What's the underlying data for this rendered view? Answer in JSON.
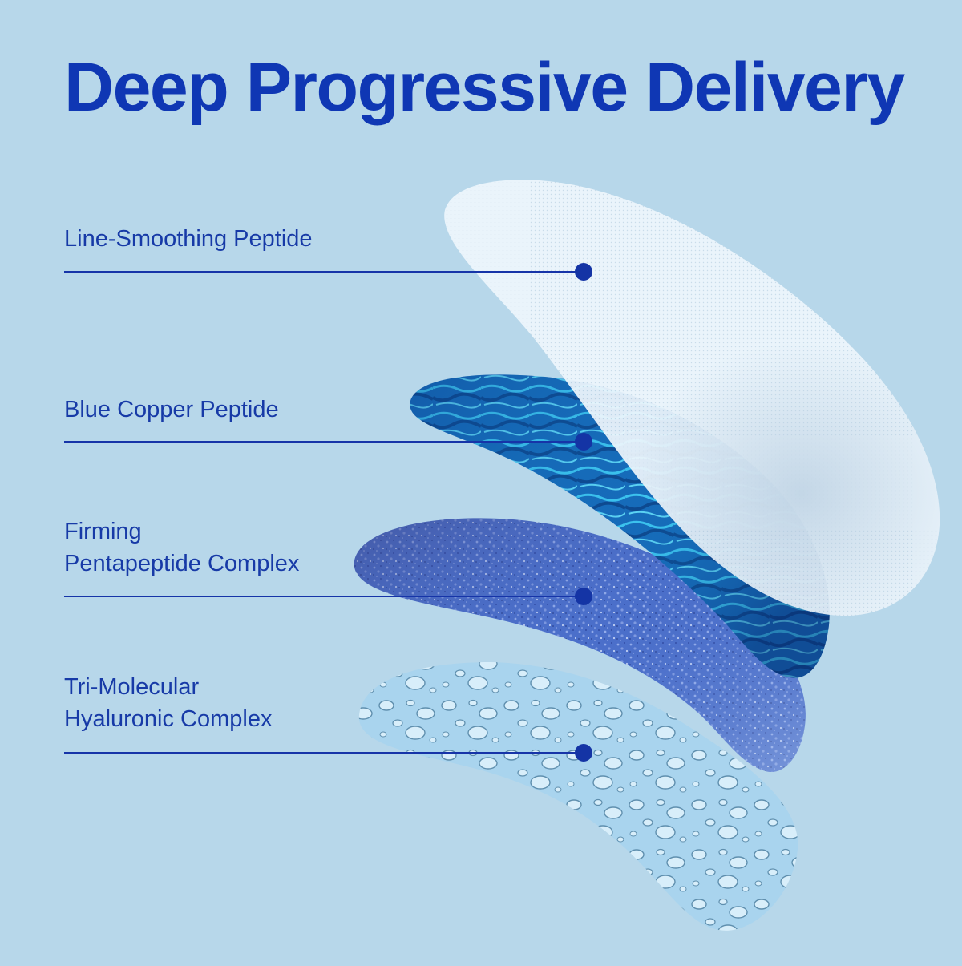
{
  "title": "Deep Progressive Delivery",
  "colors": {
    "background": "#b7d7ea",
    "accent": "#0f37b4",
    "label_text": "#173aa7",
    "leader_line": "#1634a8",
    "marker_dot": "#1434a5",
    "layer_film": "#edf5fb",
    "layer_water": "#1c74c4",
    "layer_texture": "#4a6fc9",
    "layer_droplets": "#a9d4ee"
  },
  "layers": [
    {
      "id": "line-smoothing-peptide",
      "label_lines": [
        "Line-Smoothing Peptide"
      ],
      "texture": "fine-mesh-film"
    },
    {
      "id": "blue-copper-peptide",
      "label_lines": [
        "Blue Copper Peptide"
      ],
      "texture": "rippling-water"
    },
    {
      "id": "firming-pentapeptide-complex",
      "label_lines": [
        "Firming",
        "Pentapeptide Complex"
      ],
      "texture": "granular-speckle"
    },
    {
      "id": "tri-molecular-hyaluronic-complex",
      "label_lines": [
        "Tri-Molecular",
        "Hyaluronic Complex"
      ],
      "texture": "water-droplets"
    }
  ]
}
